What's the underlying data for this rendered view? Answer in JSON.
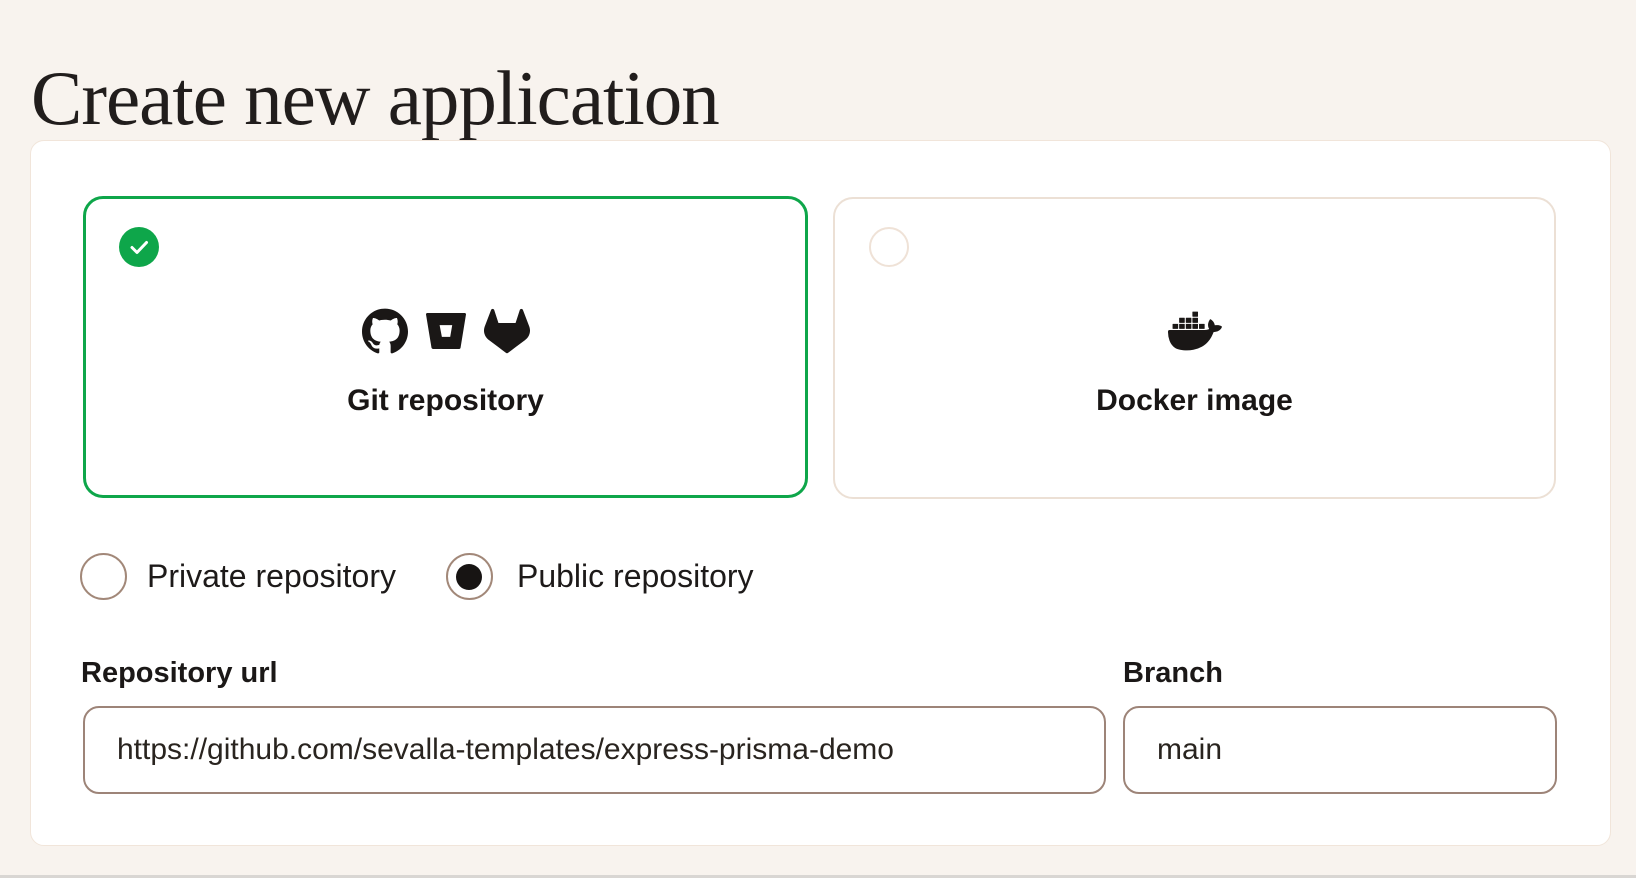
{
  "page": {
    "title": "Create new application",
    "background_color": "#f8f3ee",
    "accent_green": "#0ea64a"
  },
  "source_options": [
    {
      "label": "Git repository",
      "selected": true,
      "icons": [
        "github-icon",
        "bitbucket-icon",
        "gitlab-icon"
      ],
      "badge": "green-check"
    },
    {
      "label": "Docker image",
      "selected": false,
      "icons": [
        "docker-icon"
      ],
      "badge": "empty-radio"
    }
  ],
  "repo_visibility": {
    "options": [
      {
        "label": "Private repository",
        "selected": false
      },
      {
        "label": "Public repository",
        "selected": true
      }
    ]
  },
  "form": {
    "repository_url": {
      "label": "Repository url",
      "value": "https://github.com/sevalla-templates/express-prisma-demo"
    },
    "branch": {
      "label": "Branch",
      "value": "main"
    }
  }
}
